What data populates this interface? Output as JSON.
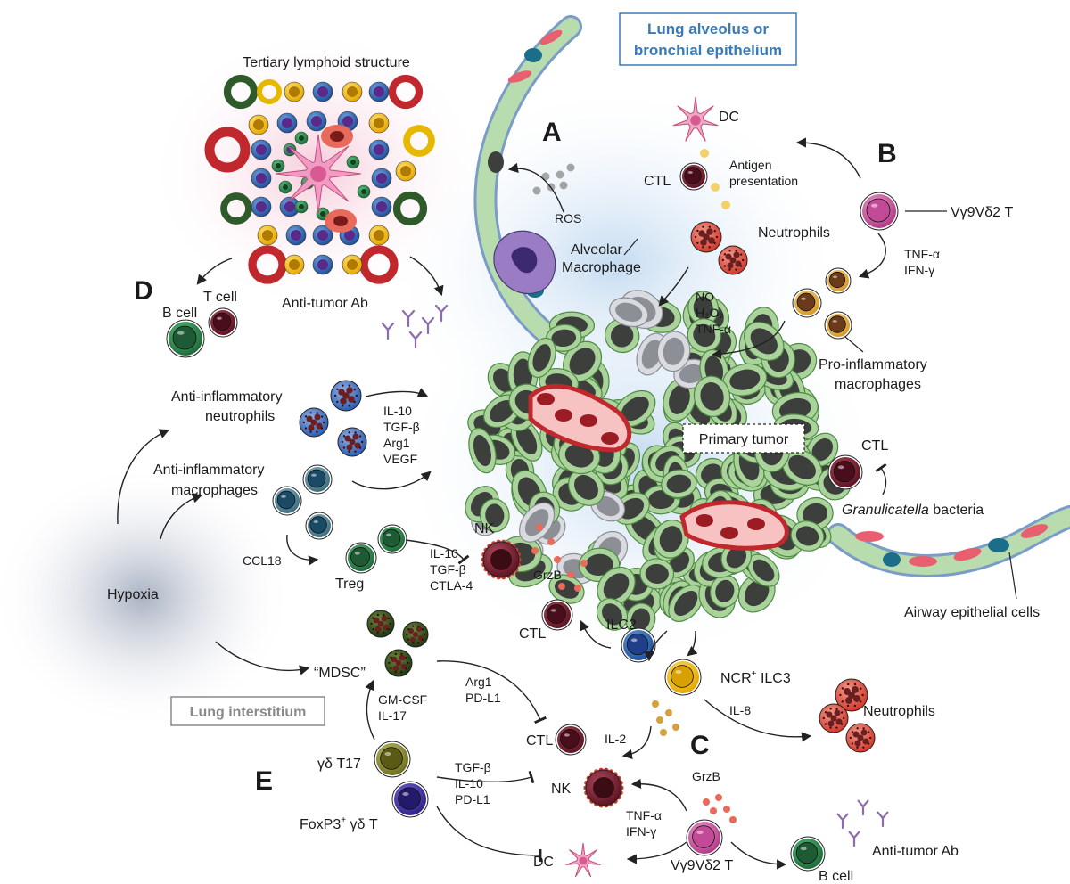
{
  "boxes": {
    "alveolus_line1": "Lung alveolus or",
    "alveolus_line2": "bronchial epithelium",
    "interstitium": "Lung interstitium",
    "primary_tumor": "Primary tumor"
  },
  "panels": [
    "A",
    "B",
    "C",
    "D",
    "E"
  ],
  "labels": {
    "tertiary": "Tertiary lymphoid structure",
    "dc_top": "DC",
    "ctl_top": "CTL",
    "antigen_l1": "Antigen",
    "antigen_l2": "presentation",
    "vg_top": "Vγ9Vδ2 T",
    "neutrophils_top": "Neutrophils",
    "ros": "ROS",
    "alveolar_l1": "Alveolar",
    "alveolar_l2": "Macrophage",
    "tnf_top": "TNF-α",
    "ifn_top": "IFN-γ",
    "no": "NO",
    "h2o2": "H₂O₂",
    "tnf_mid": "TNF-α",
    "proinfl_l1": "Pro-inflammatory",
    "proinfl_l2": "macrophages",
    "ctl_right": "CTL",
    "granulicatella_italic": "Granulicatella",
    "granulicatella_rest": " bacteria",
    "airway": "Airway epithelial cells",
    "tcell": "T cell",
    "bcell_d": "B cell",
    "antitumor_d": "Anti-tumor Ab",
    "antiinfl_neut_l1": "Anti-inflammatory",
    "antiinfl_neut_l2": "neutrophils",
    "il10_a": "IL-10",
    "tgfb_a": "TGF-β",
    "arg1_a": "Arg1",
    "vegf": "VEGF",
    "antiinfl_mac_l1": "Anti-inflammatory",
    "antiinfl_mac_l2": "macrophages",
    "ccl18": "CCL18",
    "treg": "Treg",
    "il10_b": "IL-10",
    "tgfb_b": "TGF-β",
    "ctla4": "CTLA-4",
    "nk_mid": "NK",
    "grzb_mid": "GrzB",
    "hypoxia": "Hypoxia",
    "mdsc": "“MDSC”",
    "ctl_mid": "CTL",
    "ilc2": "ILC2",
    "ilc3_pre": "NCR",
    "ilc3_sup": "+",
    "ilc3_post": " ILC3",
    "arg1_b": "Arg1",
    "pdl1_b": "PD-L1",
    "il8": "IL-8",
    "neutrophils_low": "Neutrophils",
    "gmcsf": "GM-CSF",
    "il17": "IL-17",
    "il2": "IL-2",
    "ctl_low": "CTL",
    "gdt17": "γδ T17",
    "tgfb_c": "TGF-β",
    "il10_c": "IL-10",
    "pdl1_c": "PD-L1",
    "nk_low": "NK",
    "grzb_low": "GrzB",
    "foxp3_pre": "FoxP3",
    "foxp3_sup": "+",
    "foxp3_post": " γδ T",
    "tnf_low": "TNF-α",
    "ifn_low": "IFN-γ",
    "dc_low": "DC",
    "vg_low": "Vγ9Vδ2 T",
    "bcell_low": "B cell",
    "antitumor_low": "Anti-tumor Ab"
  },
  "colors": {
    "tumor_cell": "#a9d39a",
    "tumor_nucleus": "#3c3f3c",
    "vessel": "#c0282d",
    "epithelium": "#b9dcae",
    "box_blue": "#3a7ab7",
    "box_gray": "#8a8a8a"
  }
}
